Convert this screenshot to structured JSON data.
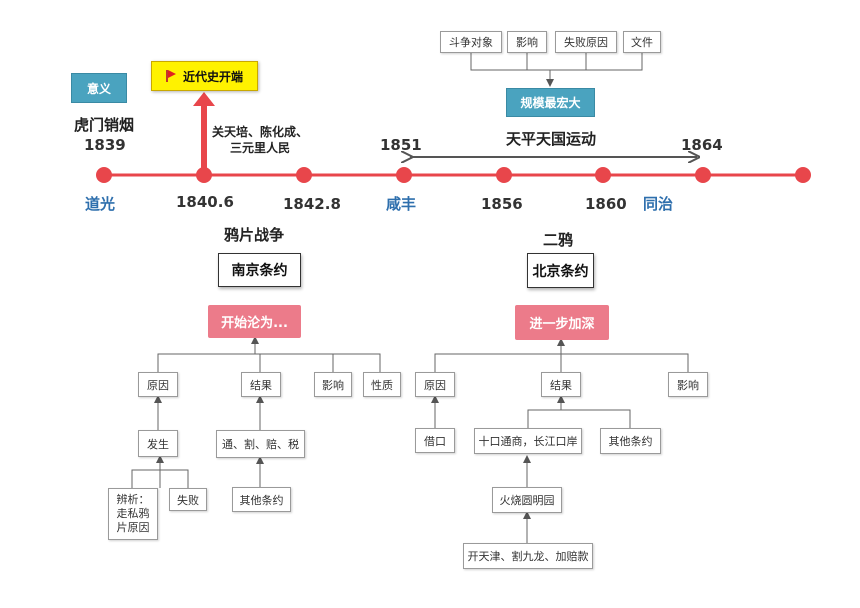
{
  "timeline": {
    "era_daoguang": "道光",
    "era_xianfeng": "咸丰",
    "era_tongzhi": "同治",
    "year_1839": "1839",
    "year_1840_6": "1840.6",
    "year_1842_8": "1842.8",
    "year_1851": "1851",
    "year_1856": "1856",
    "year_1860": "1860",
    "year_1864": "1864",
    "event_humen": "虎门销烟",
    "significance_label": "意义",
    "modern_history_start": "近代史开端",
    "battle_note_line1": "关天培、陈化成、",
    "battle_note_line2": "三元里人民",
    "taiping_label": "天平天国运动",
    "taiping_largest": "规模最宏大",
    "taiping_tags": [
      "斗争对象",
      "影响",
      "失败原因",
      "文件"
    ]
  },
  "colors": {
    "line": "#e8464b",
    "era": "#2e6fad",
    "pink": "#ec7b8a",
    "teal": "#4aa3bf",
    "flag": "#fff200"
  },
  "opium_war_1": {
    "title": "鸦片战争",
    "treaty": "南京条约",
    "status": "开始沦为...",
    "cause": "原因",
    "result": "结果",
    "influence": "影响",
    "nature": "性质",
    "occurrence": "发生",
    "analysis": "辨析：走私鸦片原因",
    "failure": "失败",
    "terms": "通、割、赔、税",
    "other_treaties": "其他条约"
  },
  "opium_war_2": {
    "title": "二鸦",
    "treaty": "北京条约",
    "status": "进一步加深",
    "cause": "原因",
    "result": "结果",
    "influence": "影响",
    "pretext": "借口",
    "ports": "十口通商，长江口岸",
    "other_treaties": "其他条约",
    "burning": "火烧圆明园",
    "beijing_terms": "开天津、割九龙、加赔款"
  }
}
